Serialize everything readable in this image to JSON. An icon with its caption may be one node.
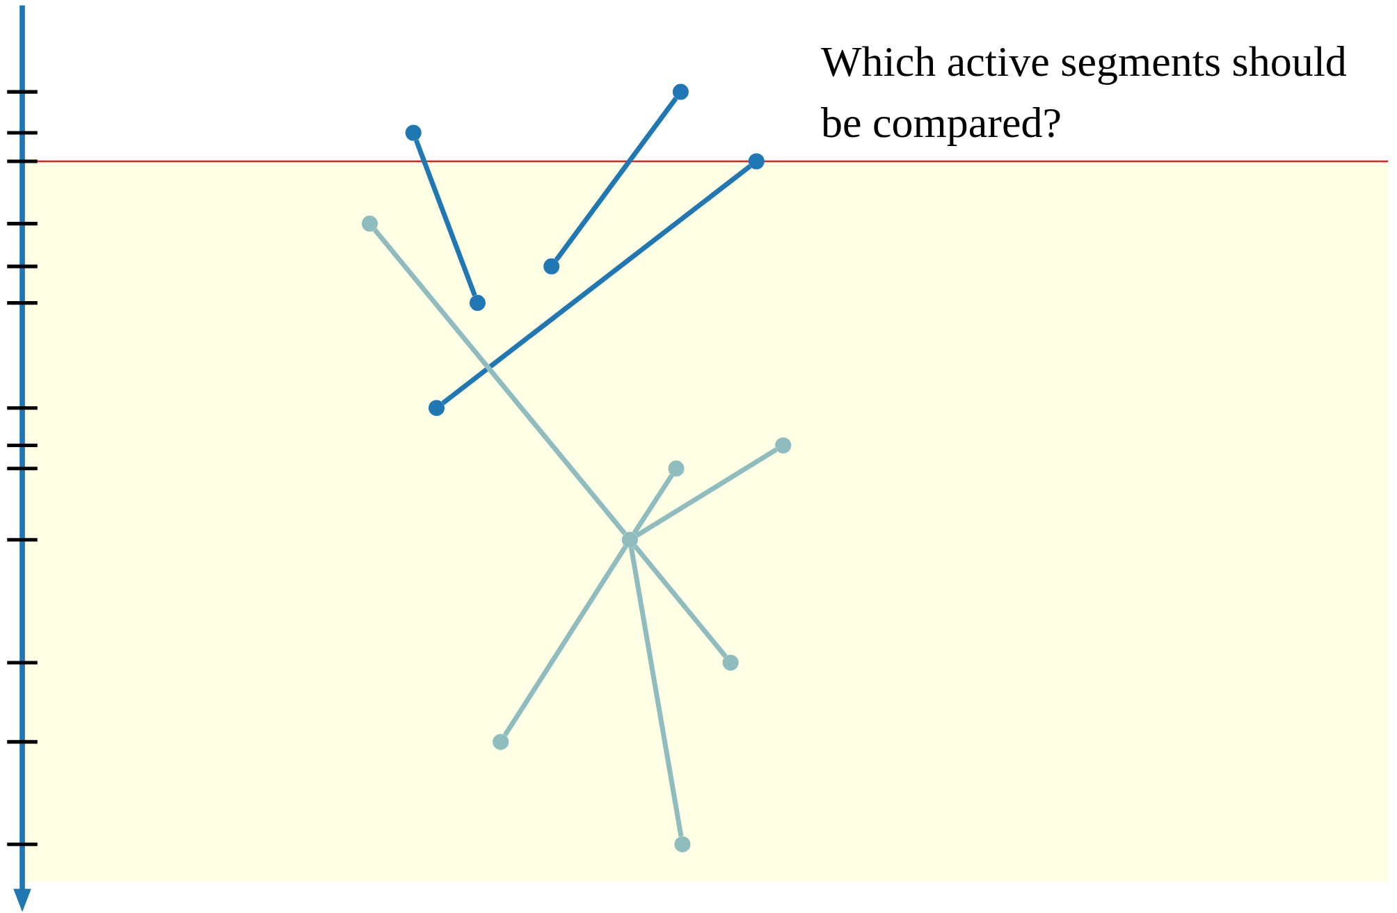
{
  "diagram": {
    "nodes": [
      {
        "text": [],
        "shape": "circle"
      },
      {
        "text": [],
        "shape": "circle"
      },
      {
        "text": [],
        "shape": "circle"
      },
      {
        "text": [],
        "shape": "circle"
      },
      {
        "text": [],
        "shape": "circle"
      },
      {
        "text": [],
        "shape": "circle"
      },
      {
        "text": [],
        "shape": "circle"
      },
      {
        "text": [],
        "shape": "circle"
      },
      {
        "text": [],
        "shape": "circle"
      },
      {
        "text": [],
        "shape": "circle"
      },
      {
        "text": [],
        "shape": "circle"
      },
      {
        "text": [],
        "shape": "circle"
      },
      {
        "text": [],
        "shape": "circle"
      }
    ],
    "edges": [
      {
        "from": 0,
        "to": 4,
        "arrow": "none",
        "color": "#1f77b4"
      },
      {
        "from": 1,
        "to": 5,
        "arrow": "none",
        "color": "#1f77b4"
      },
      {
        "from": 2,
        "to": 6,
        "arrow": "none",
        "color": "#1f77b4"
      },
      {
        "from": 3,
        "to": 9,
        "arrow": "none"
      },
      {
        "from": 9,
        "to": 10,
        "arrow": "none"
      },
      {
        "from": 8,
        "to": 9,
        "arrow": "none"
      },
      {
        "from": 9,
        "to": 11,
        "arrow": "none"
      },
      {
        "from": 7,
        "to": 9,
        "arrow": "none"
      },
      {
        "from": 9,
        "to": 12,
        "arrow": "none"
      }
    ],
    "labels": [
      "Which active segments should be compared?"
    ]
  }
}
